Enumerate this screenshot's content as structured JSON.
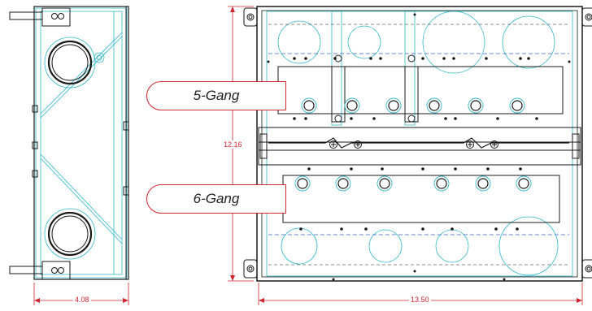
{
  "labels": {
    "five_gang": "5-Gang",
    "six_gang": "6-Gang"
  },
  "dimensions": {
    "depth": "4.08",
    "height": "12.16",
    "width": "13.50"
  },
  "colors": {
    "outline": "#1a1a1a",
    "hidden_lines": "#2fb7c8",
    "dimension": "#d22630",
    "centerline": "#3a5fcd"
  }
}
